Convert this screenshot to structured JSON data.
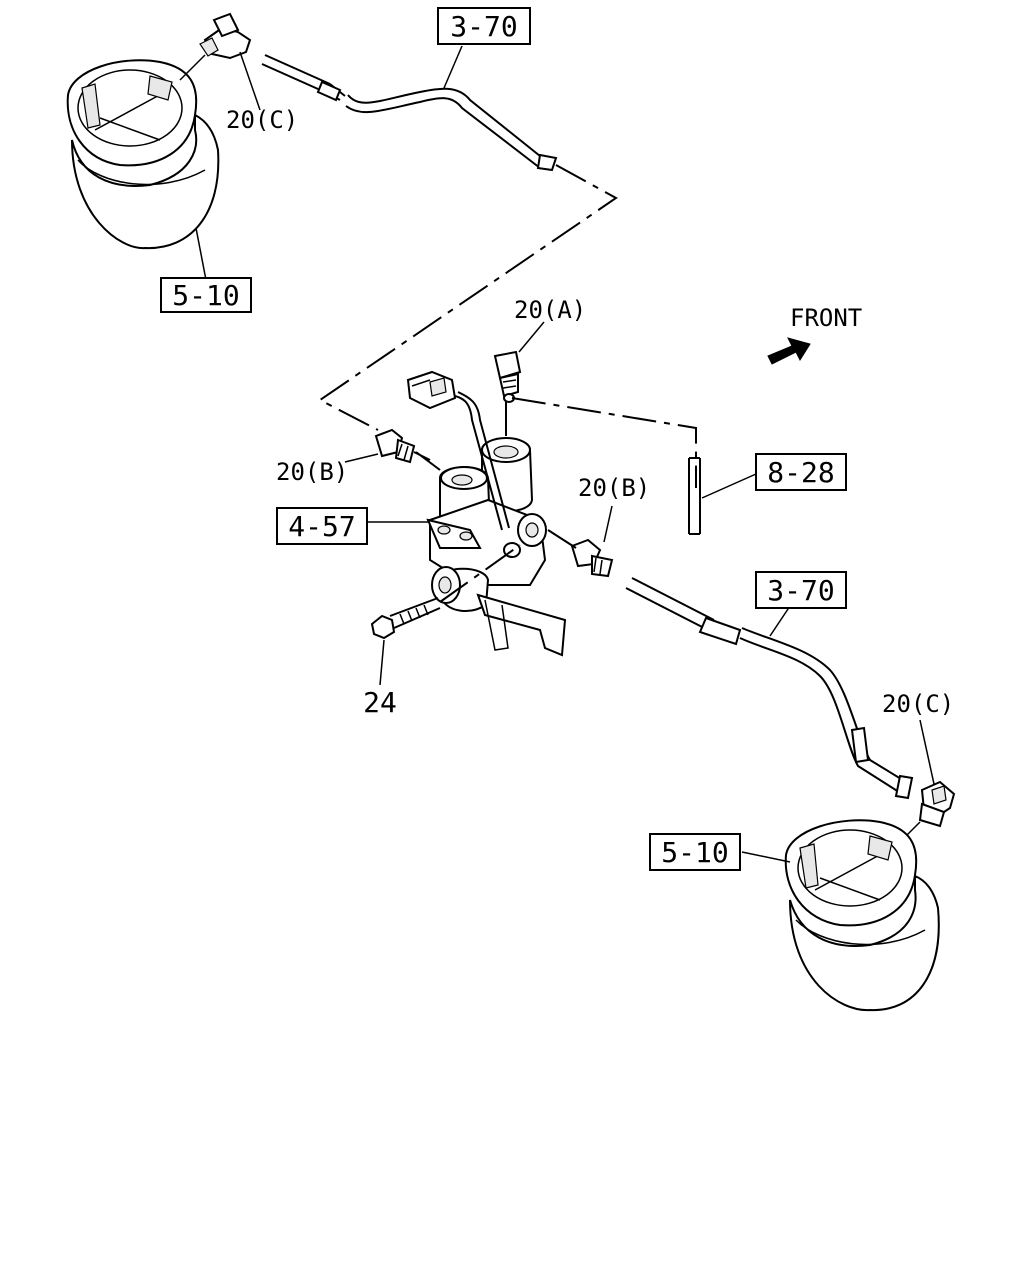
{
  "labels": {
    "hose_top": "3-70",
    "fitting_c_top": "20(C)",
    "air_spring_top": "5-10",
    "fitting_a": "20(A)",
    "front": "FRONT",
    "fitting_b_left": "20(B)",
    "pipe_ref": "8-28",
    "fitting_b_right": "20(B)",
    "valve": "4-57",
    "hose_bottom": "3-70",
    "bolt": "24",
    "fitting_c_bottom": "20(C)",
    "air_spring_bottom": "5-10"
  },
  "icons": {
    "front_arrow": "front-direction-arrow-icon"
  }
}
